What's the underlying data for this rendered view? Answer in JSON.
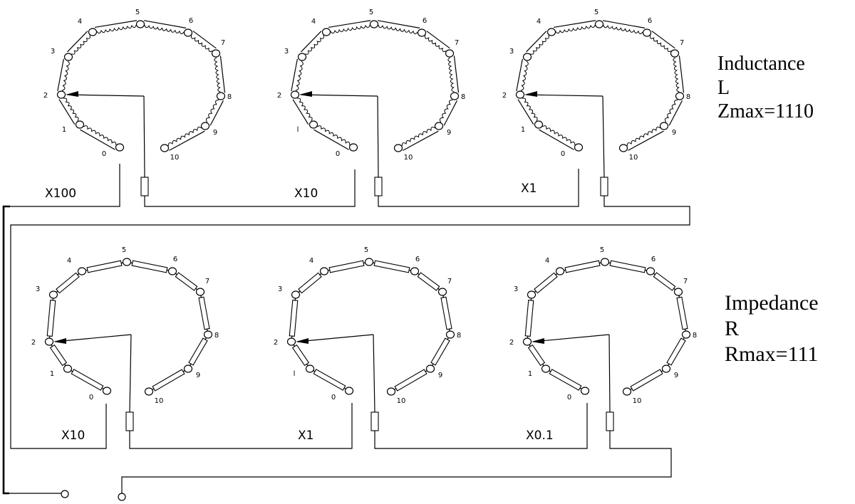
{
  "inductance_panel": {
    "title": "Inductance",
    "symbol": "L",
    "max_label": "Zmax=1110",
    "decades": [
      {
        "multiplier": "X100",
        "element": "inductor",
        "positions": [
          "0",
          "1",
          "2",
          "3",
          "4",
          "5",
          "6",
          "7",
          "8",
          "9",
          "10"
        ],
        "pointer_at": "2"
      },
      {
        "multiplier": "X10",
        "element": "inductor",
        "positions": [
          "0",
          "l",
          "2",
          "3",
          "4",
          "5",
          "6",
          "7",
          "8",
          "9",
          "10"
        ],
        "pointer_at": "2"
      },
      {
        "multiplier": "X1",
        "element": "inductor",
        "positions": [
          "0",
          "1",
          "2",
          "3",
          "4",
          "5",
          "6",
          "7",
          "8",
          "9",
          "10"
        ],
        "pointer_at": "2"
      }
    ]
  },
  "impedance_panel": {
    "title": "Impedance",
    "symbol": "R",
    "max_label": "Rmax=111",
    "decades": [
      {
        "multiplier": "X10",
        "element": "resistor",
        "positions": [
          "0",
          "1",
          "2",
          "3",
          "4",
          "5",
          "6",
          "7",
          "8",
          "9",
          "10"
        ],
        "pointer_at": "2"
      },
      {
        "multiplier": "X1",
        "element": "resistor",
        "positions": [
          "0",
          "l",
          "2",
          "3",
          "4",
          "5",
          "6",
          "7",
          "8",
          "9",
          "10"
        ],
        "pointer_at": "2"
      },
      {
        "multiplier": "X0.1",
        "element": "resistor",
        "positions": [
          "0",
          "1",
          "2",
          "3",
          "4",
          "5",
          "6",
          "7",
          "8",
          "9",
          "10"
        ],
        "pointer_at": "2"
      }
    ]
  },
  "colors": {
    "line": "#000000",
    "background": "#ffffff"
  }
}
